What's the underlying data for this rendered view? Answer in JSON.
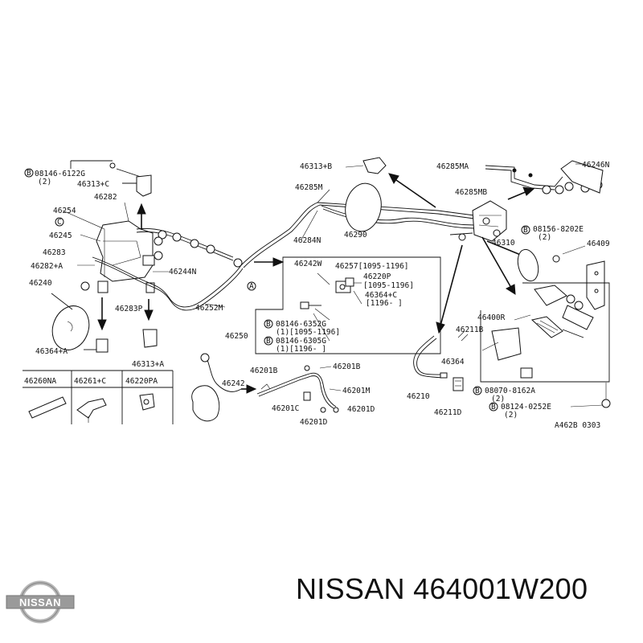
{
  "diagram": {
    "ref_code": "A462B 0303",
    "labels": {
      "c_08146_6122g": "08146-6122G",
      "q2a": "(2)",
      "p46313c": "46313+C",
      "p46282": "46282",
      "p46254": "46254",
      "p46245": "46245",
      "p46283": "46283",
      "p46282a": "46282+A",
      "p46240": "46240",
      "p46244n": "46244N",
      "p46283p": "46283P",
      "p46364a": "46364+A",
      "p46313a": "46313+A",
      "p46285m": "46285M",
      "p46284n": "46284N",
      "p46313b": "46313+B",
      "p46290": "46290",
      "p46252m": "46252M",
      "p46250": "46250",
      "p46242w": "46242W",
      "p46257": "46257[1095-1196]",
      "p46220p": "46220P",
      "r1095_1196": "[1095-1196]",
      "p46364c": "46364+C",
      "r1196a": "[1196-      ]",
      "c_08146_6352g": "08146-6352G",
      "q1_1095": "(1)[1095-1196]",
      "c_08146_6305g": "08146-6305G",
      "q1_1196": "(1)[1196-      ]",
      "p46285ma": "46285MA",
      "p46246n": "46246N",
      "p46285mb": "46285MB",
      "c_08156_8202e": "08156-8202E",
      "q2b": "(2)",
      "p46310": "46310",
      "p46409": "46409",
      "p46400r": "46400R",
      "p46211b": "46211B",
      "p46364": "46364",
      "c_08070_8162a": "08070-8162A",
      "q2c": "(2)",
      "c_08124_0252e": "08124-0252E",
      "q2d": "(2)",
      "p46210": "46210",
      "p46211d": "46211D",
      "p46242": "46242",
      "p46201b_1": "46201B",
      "p46201b_2": "46201B",
      "p46201m": "46201M",
      "p46201c": "46201C",
      "p46201d_1": "46201D",
      "p46201d_2": "46201D",
      "p46260na": "46260NA",
      "p46261c": "46261+C",
      "p46220pa": "46220PA",
      "circle_b": "B",
      "circle_c": "C",
      "circle_a": "A"
    }
  },
  "logo": {
    "text": "NISSAN"
  },
  "caption": {
    "brand": "NISSAN",
    "part_number": "464001W200"
  }
}
